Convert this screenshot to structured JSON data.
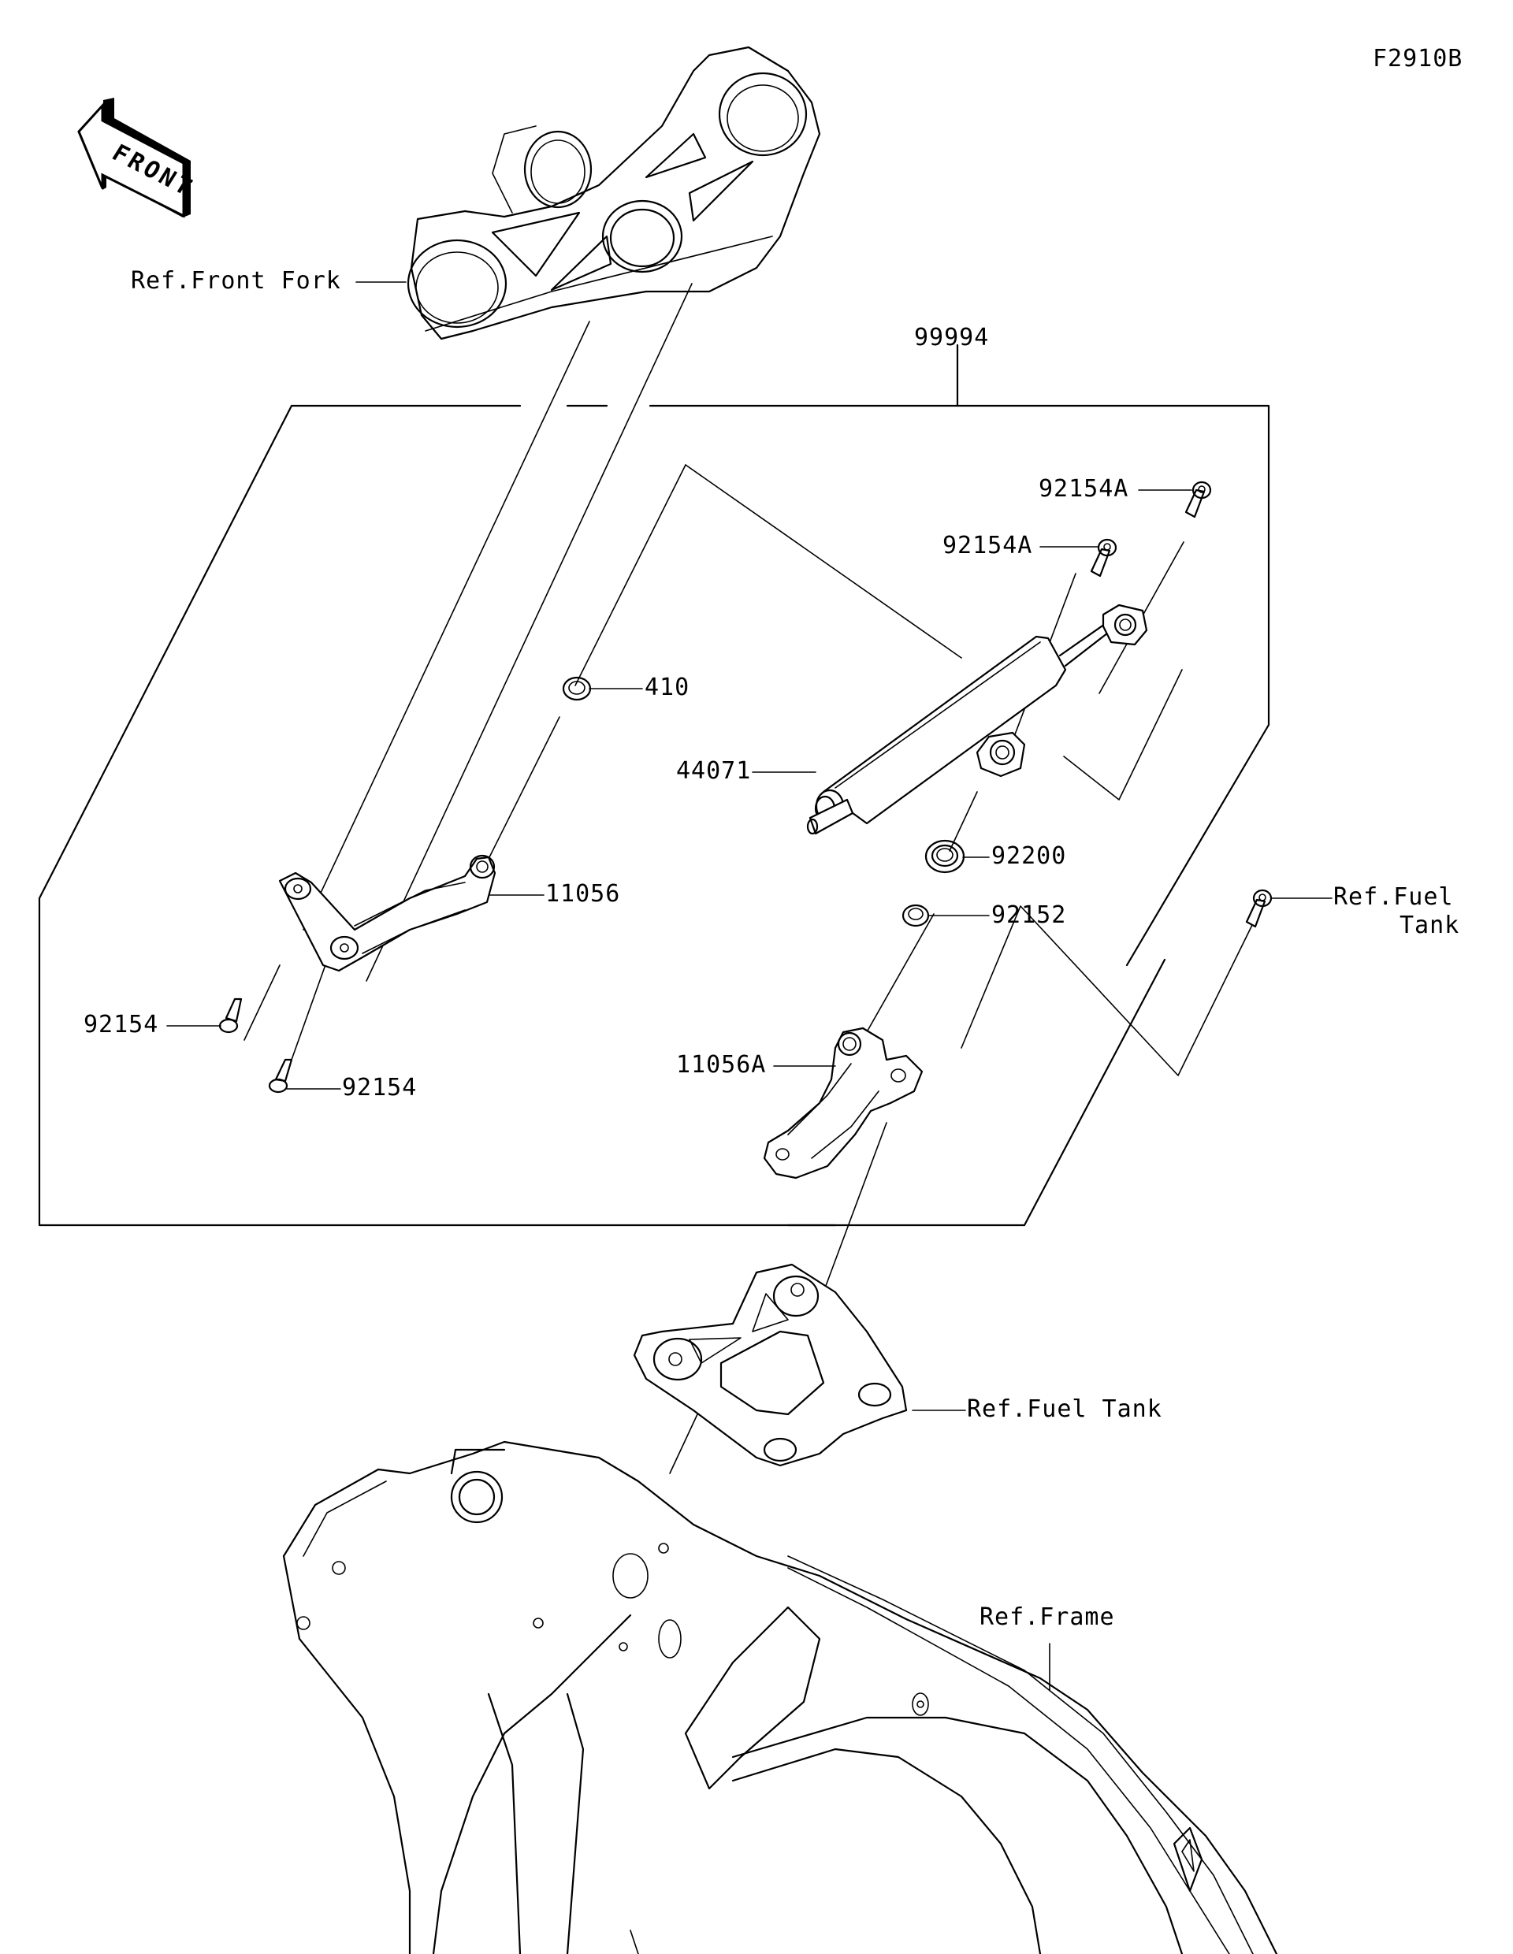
{
  "diagram": {
    "id": "F2910B",
    "front_indicator": "FRONT",
    "kit_number": "99994",
    "labels": {
      "ref_front_fork": "Ref.Front Fork",
      "ref_fuel_tank_upper_line1": "Ref.Fuel",
      "ref_fuel_tank_upper_line2": "Tank",
      "ref_fuel_tank_lower": "Ref.Fuel Tank",
      "ref_frame": "Ref.Frame"
    },
    "parts": [
      {
        "number": "410",
        "description": "washer"
      },
      {
        "number": "44071",
        "description": "steering damper"
      },
      {
        "number": "92154A",
        "description": "bolt (upper rod-end)"
      },
      {
        "number": "92154A",
        "description": "bolt (damper body)"
      },
      {
        "number": "92200",
        "description": "washer"
      },
      {
        "number": "92152",
        "description": "collar"
      },
      {
        "number": "11056",
        "description": "bracket (front fork)"
      },
      {
        "number": "11056A",
        "description": "bracket (fuel tank)"
      },
      {
        "number": "92154",
        "description": "bolt"
      },
      {
        "number": "92154",
        "description": "bolt"
      }
    ]
  }
}
